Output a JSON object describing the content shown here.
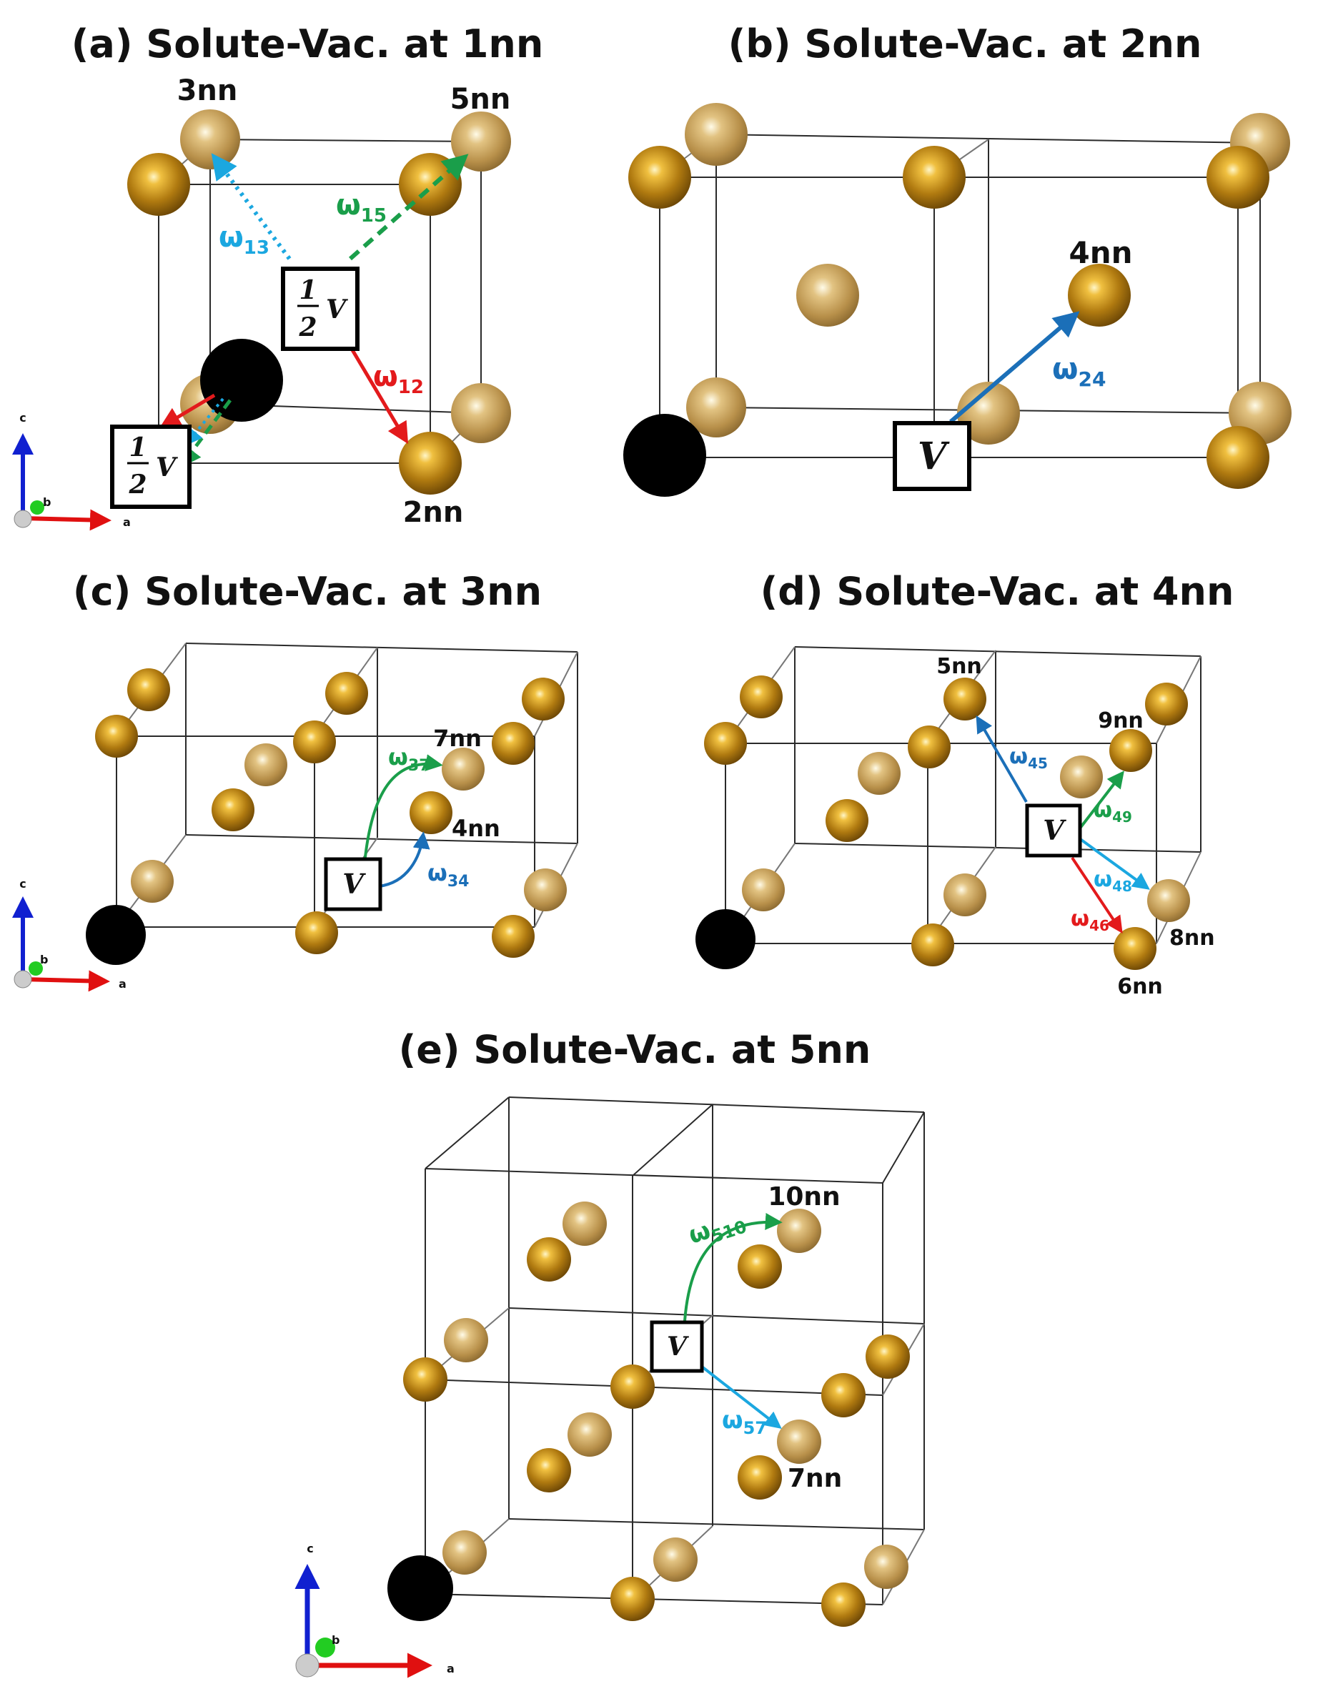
{
  "colors": {
    "red": "#e31a1c",
    "green": "#1a9e4a",
    "light_blue": "#1ba7e0",
    "dark_blue": "#1b6fb8",
    "atom": "#b07a10",
    "atom_light": "#c9a15a",
    "solute": "#000000"
  },
  "axes": {
    "a": "a",
    "b": "b",
    "c": "c"
  },
  "panels": [
    {
      "id": "a",
      "title": "(a) Solute-Vac. at 1nn",
      "vacancy": "V",
      "fraction_num": "1",
      "fraction_den": "2",
      "labels": [
        "3nn",
        "5nn",
        "2nn"
      ],
      "jumps": [
        {
          "symbol": "ω",
          "sub": "13",
          "color": "light_blue"
        },
        {
          "symbol": "ω",
          "sub": "15",
          "color": "green"
        },
        {
          "symbol": "ω",
          "sub": "12",
          "color": "red"
        }
      ]
    },
    {
      "id": "b",
      "title": "(b) Solute-Vac. at 2nn",
      "vacancy": "V",
      "labels": [
        "4nn"
      ],
      "jumps": [
        {
          "symbol": "ω",
          "sub": "24",
          "color": "dark_blue"
        }
      ]
    },
    {
      "id": "c",
      "title": "(c) Solute-Vac. at 3nn",
      "vacancy": "V",
      "labels": [
        "7nn",
        "4nn"
      ],
      "jumps": [
        {
          "symbol": "ω",
          "sub": "37",
          "color": "green"
        },
        {
          "symbol": "ω",
          "sub": "34",
          "color": "dark_blue"
        }
      ]
    },
    {
      "id": "d",
      "title": "(d) Solute-Vac. at 4nn",
      "vacancy": "V",
      "labels": [
        "5nn",
        "9nn",
        "8nn",
        "6nn"
      ],
      "jumps": [
        {
          "symbol": "ω",
          "sub": "45",
          "color": "dark_blue"
        },
        {
          "symbol": "ω",
          "sub": "49",
          "color": "green"
        },
        {
          "symbol": "ω",
          "sub": "48",
          "color": "light_blue"
        },
        {
          "symbol": "ω",
          "sub": "46",
          "color": "red"
        }
      ]
    },
    {
      "id": "e",
      "title": "(e) Solute-Vac. at 5nn",
      "vacancy": "V",
      "labels": [
        "10nn",
        "7nn"
      ],
      "jumps": [
        {
          "symbol": "ω",
          "sub": "510",
          "color": "green"
        },
        {
          "symbol": "ω",
          "sub": "57",
          "color": "light_blue"
        }
      ]
    }
  ]
}
